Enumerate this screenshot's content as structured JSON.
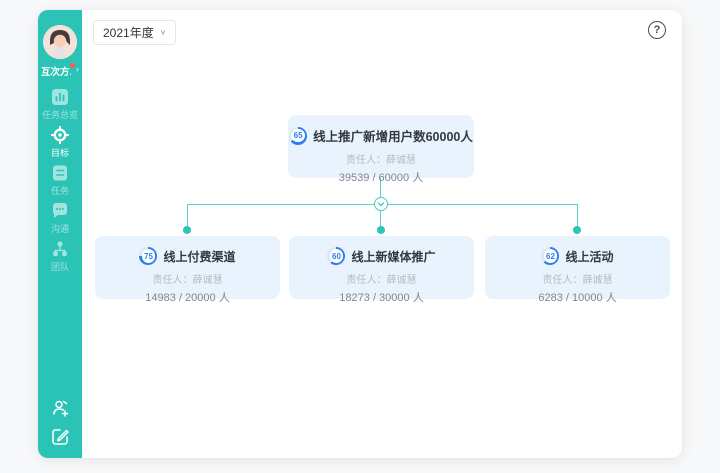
{
  "topbar": {
    "year_selector": "2021年度",
    "help_label": "?"
  },
  "sidebar": {
    "workspace": {
      "name": "互次方...",
      "chevron": "›"
    },
    "items": [
      {
        "label": "任务总览",
        "icon": "bar-chart-icon",
        "active": false
      },
      {
        "label": "目标",
        "icon": "target-icon",
        "active": true
      },
      {
        "label": "任务",
        "icon": "task-list-icon",
        "active": false
      },
      {
        "label": "沟通",
        "icon": "chat-icon",
        "active": false
      },
      {
        "label": "团队",
        "icon": "team-icon",
        "active": false
      }
    ],
    "bottom_icons": [
      "invite-member-icon",
      "feedback-edit-icon"
    ]
  },
  "tree": {
    "root": {
      "progress": 65,
      "title": "线上推广新增用户数60000人",
      "owner": "责任人：薛诚慧",
      "stats": "39539 / 60000 人"
    },
    "children": [
      {
        "progress": 75,
        "title": "线上付费渠道",
        "owner": "责任人：薛诚慧",
        "stats": "14983 / 20000 人"
      },
      {
        "progress": 60,
        "title": "线上新媒体推广",
        "owner": "责任人：薛诚慧",
        "stats": "18273 / 30000 人"
      },
      {
        "progress": 62,
        "title": "线上活动",
        "owner": "责任人：薛诚慧",
        "stats": "6283 / 10000 人"
      }
    ]
  },
  "colors": {
    "sidebar_teal": "#2bc3b6",
    "connector_teal": "#5ed0c8",
    "node_dot_teal": "#2ec4b6",
    "badge_blue": "#2e7cf0",
    "badge_track": "#d9e7f6",
    "card_bg": "#e9f3fe",
    "notification_red": "#ff5a52"
  }
}
